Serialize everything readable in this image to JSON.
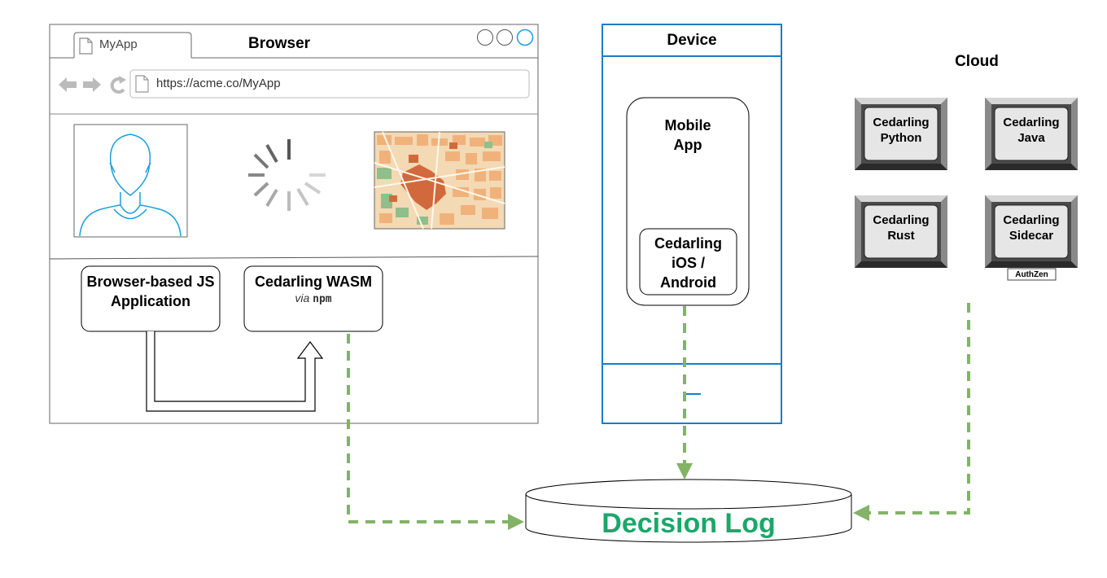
{
  "browser": {
    "title": "Browser",
    "tab_label": "MyApp",
    "url": "https://acme.co/MyApp",
    "js_app_label": "Browser-based JS Application",
    "wasm_label": "Cedarling WASM",
    "wasm_via_prefix": "via",
    "wasm_via_tool": "npm"
  },
  "device": {
    "title": "Device",
    "mobile_app_label": "Mobile App",
    "cedarling_label": "Cedarling iOS / Android"
  },
  "cloud": {
    "title": "Cloud",
    "buttons": [
      {
        "label": "Cedarling Python"
      },
      {
        "label": "Cedarling Java"
      },
      {
        "label": "Cedarling Rust"
      },
      {
        "label": "Cedarling Sidecar"
      }
    ],
    "authzen_label": "AuthZen"
  },
  "decision_log": {
    "label": "Decision Log"
  },
  "colors": {
    "arrow_green": "#82b366",
    "device_blue": "#1a7cc7",
    "decision_green": "#1aa86a",
    "window_control_blue": "#1b9fd6"
  },
  "icons": [
    "document-icon",
    "back-arrow-icon",
    "forward-arrow-icon",
    "refresh-icon",
    "avatar-icon",
    "loading-spinner-icon",
    "map-image"
  ]
}
